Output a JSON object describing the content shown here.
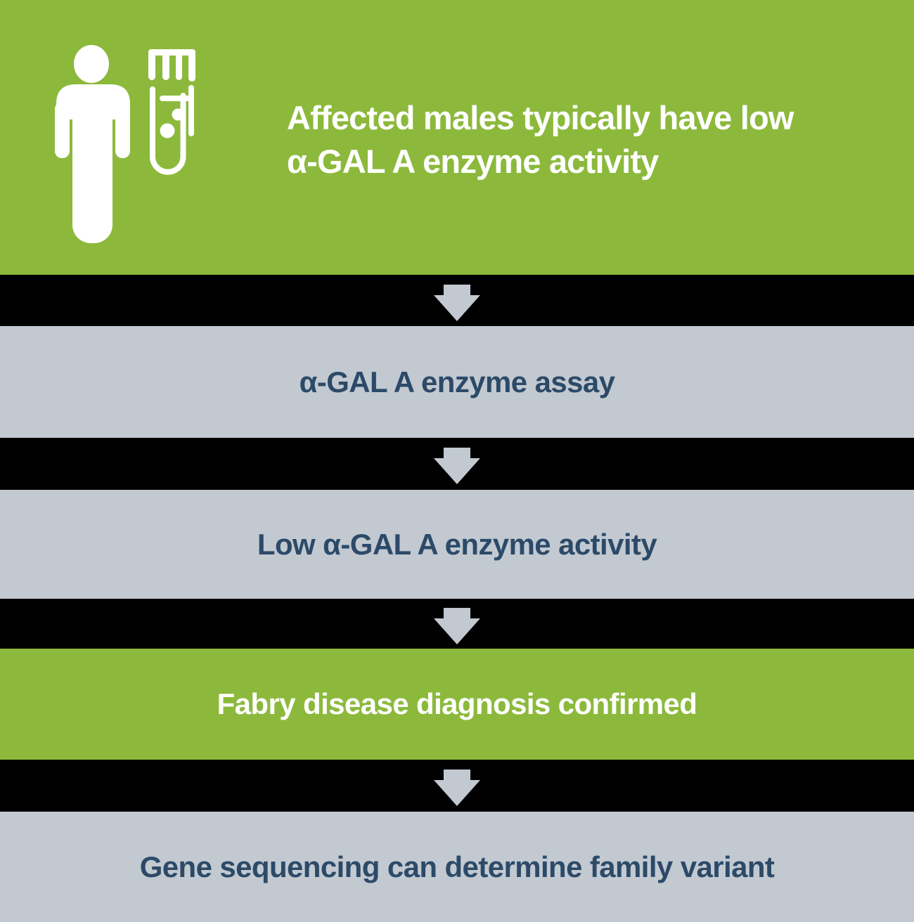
{
  "colors": {
    "green": "#8CB93C",
    "gray": "#C2C9D1",
    "navy": "#2C4A68",
    "background": "#000000",
    "icon_and_hero_text": "#FFFFFF"
  },
  "hero": {
    "line1": "Affected males typically have low",
    "line2": "α-GAL A enzyme activity",
    "icons": [
      "male-figure-icon",
      "test-tube-icon"
    ]
  },
  "steps": [
    {
      "label": "α-GAL A enzyme assay",
      "variant": "gray"
    },
    {
      "label": "Low α-GAL A enzyme activity",
      "variant": "gray"
    },
    {
      "label": "Fabry disease diagnosis confirmed",
      "variant": "green"
    },
    {
      "label": "Gene sequencing can determine family variant",
      "variant": "gray"
    }
  ],
  "connector_icon": "down-arrow-icon"
}
